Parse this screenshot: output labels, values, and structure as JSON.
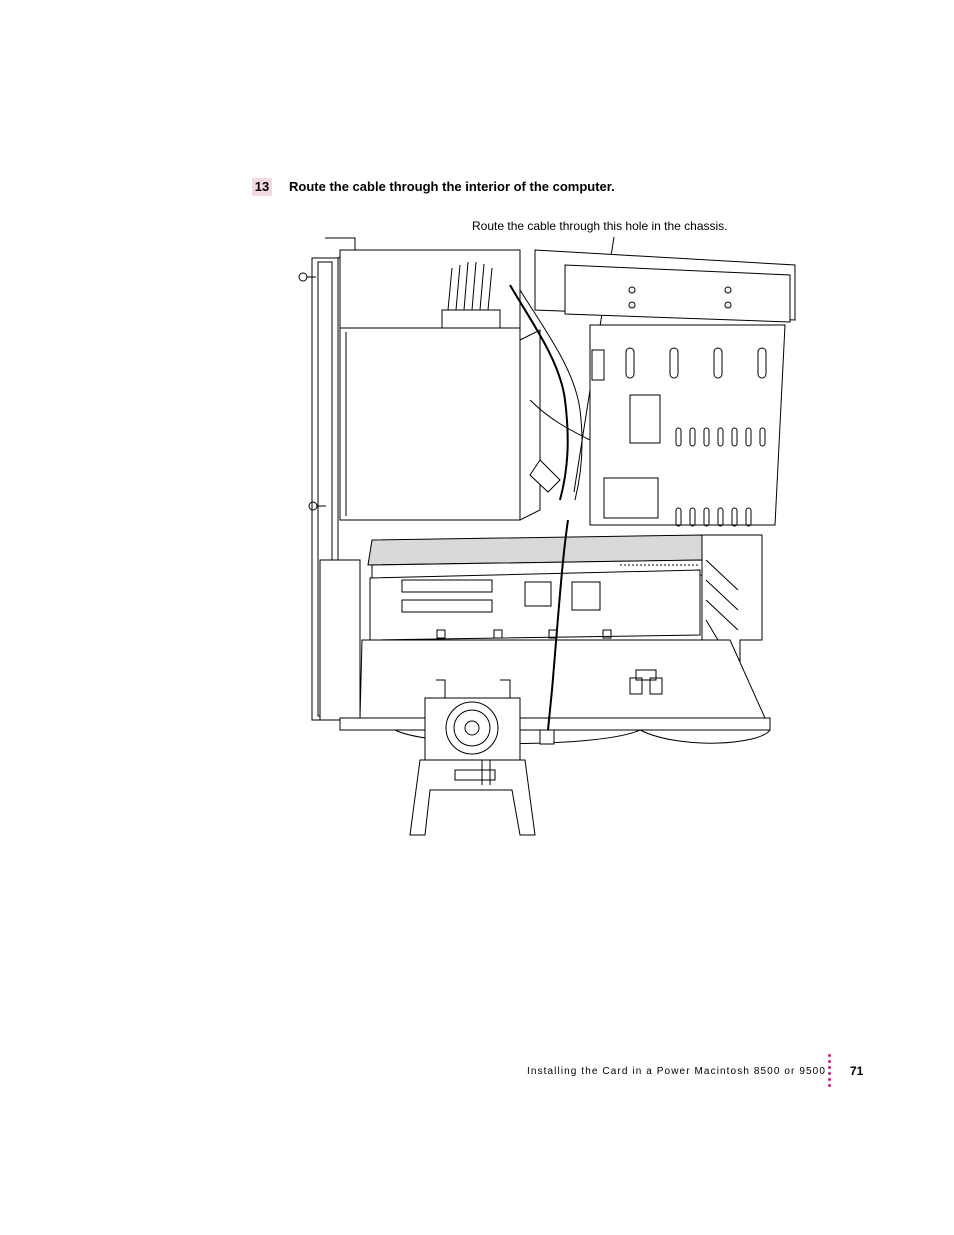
{
  "step": {
    "number": "13",
    "instruction": "Route the cable through the interior of the computer."
  },
  "illustration": {
    "callout": "Route the cable through this hole in the chassis."
  },
  "footer": {
    "running_title": "Installing the Card in a Power Macintosh 8500 or 9500",
    "page_number": "71"
  },
  "colors": {
    "step_highlight": "#f4d9e4",
    "dot_accent": "#c0267a"
  }
}
